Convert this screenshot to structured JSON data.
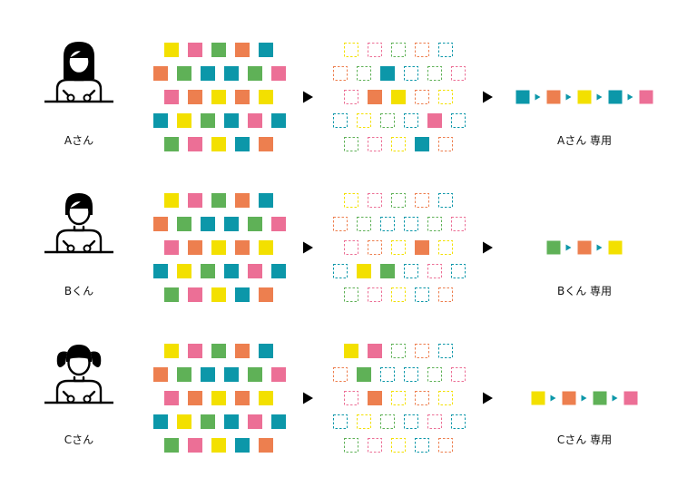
{
  "colors": {
    "yellow": "#f3e000",
    "pink": "#ec6f96",
    "green": "#5fb157",
    "orange": "#ed7f4f",
    "teal": "#0c97a9"
  },
  "source_grid": [
    [
      "yellow",
      "pink",
      "green",
      "orange",
      "teal"
    ],
    [
      "orange",
      "green",
      "teal",
      "teal",
      "green",
      "pink"
    ],
    [
      "pink",
      "orange",
      "yellow",
      "orange",
      "yellow"
    ],
    [
      "teal",
      "yellow",
      "green",
      "teal",
      "pink",
      "teal"
    ],
    [
      "green",
      "pink",
      "yellow",
      "teal",
      "orange"
    ]
  ],
  "rows": [
    {
      "person": "A",
      "hair": "long",
      "person_label": "Aさん",
      "result_label": "Aさん 専用",
      "selected": [
        [
          1,
          2
        ],
        [
          2,
          1
        ],
        [
          2,
          2
        ],
        [
          3,
          4
        ],
        [
          4,
          3
        ]
      ],
      "sequence": [
        "teal",
        "orange",
        "yellow",
        "teal",
        "pink"
      ]
    },
    {
      "person": "B",
      "hair": "short",
      "person_label": "Bくん",
      "result_label": "Bくん 専用",
      "selected": [
        [
          2,
          3
        ],
        [
          3,
          1
        ],
        [
          3,
          2
        ]
      ],
      "sequence": [
        "green",
        "orange",
        "yellow"
      ]
    },
    {
      "person": "C",
      "hair": "pigtails",
      "person_label": "Cさん",
      "result_label": "Cさん 専用",
      "selected": [
        [
          0,
          0
        ],
        [
          0,
          1
        ],
        [
          1,
          1
        ],
        [
          2,
          1
        ]
      ],
      "sequence": [
        "yellow",
        "orange",
        "green",
        "pink"
      ]
    }
  ],
  "icons": {
    "step_arrow": "triangle-right-icon",
    "sequence_arrow": "small-triangle-right-icon",
    "person": "person-at-desk-icon"
  }
}
